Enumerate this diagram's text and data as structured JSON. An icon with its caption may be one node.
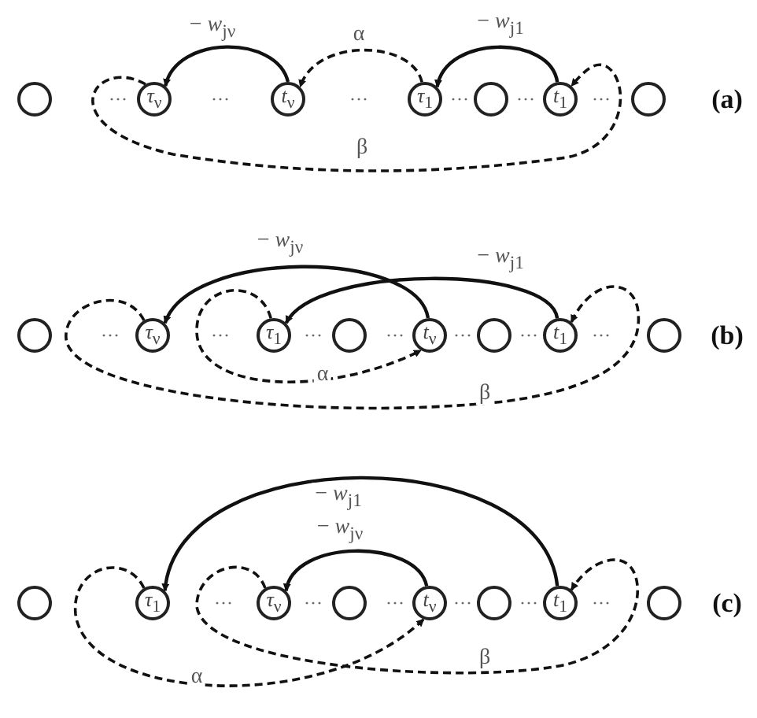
{
  "diagram": {
    "nodes": [
      {
        "text": [],
        "shape": "circle"
      },
      {
        "text": [
          "*τ*$_{ν}$"
        ]
      },
      {
        "text": [
          "*t*$_{ν}$"
        ]
      },
      {
        "text": [
          "*τ*$_{1}$"
        ]
      },
      {
        "text": [],
        "shape": "circle"
      },
      {
        "text": [
          "*t*$_{1}$"
        ]
      },
      {
        "text": [],
        "shape": "circle"
      },
      {
        "text": [],
        "shape": "circle"
      },
      {
        "text": [
          "*τ*$_{ν}$"
        ]
      },
      {
        "text": [
          "*τ*$_{1}$"
        ]
      },
      {
        "text": [],
        "shape": "circle"
      },
      {
        "text": [
          "*t*$_{ν}$"
        ]
      },
      {
        "text": [],
        "shape": "circle"
      },
      {
        "text": [
          "*t*$_{1}$"
        ]
      },
      {
        "text": [],
        "shape": "circle"
      },
      {
        "text": [],
        "shape": "circle"
      },
      {
        "text": [
          "*τ*$_{1}$"
        ]
      },
      {
        "text": [
          "*τ*$_{ν}$"
        ]
      },
      {
        "text": [],
        "shape": "circle"
      },
      {
        "text": [
          "*t*$_{ν}$"
        ]
      },
      {
        "text": [],
        "shape": "circle"
      },
      {
        "text": [
          "*t*$_{1}$"
        ]
      },
      {
        "text": [],
        "shape": "circle"
      }
    ],
    "edges": [
      {
        "from": 2,
        "to": 1,
        "arrow": "to",
        "label": "− *w*$_{jν}$"
      },
      {
        "from": 3,
        "to": 2,
        "arrow": "to",
        "label": "α",
        "style": "dashed"
      },
      {
        "from": 5,
        "to": 3,
        "arrow": "to",
        "label": "− *w*$_{j1}$"
      },
      {
        "from": 1,
        "to": 5,
        "arrow": "to",
        "label": "β",
        "style": "dashed"
      },
      {
        "from": 11,
        "to": 8,
        "arrow": "to",
        "label": "− *w*$_{jν}$"
      },
      {
        "from": 13,
        "to": 9,
        "arrow": "to",
        "label": "− *w*$_{j1}$"
      },
      {
        "from": 9,
        "to": 11,
        "arrow": "to",
        "label": "α",
        "style": "dashed"
      },
      {
        "from": 8,
        "to": 13,
        "arrow": "to",
        "label": "β",
        "style": "dashed"
      },
      {
        "from": 21,
        "to": 16,
        "arrow": "to",
        "label": "− *w*$_{j1}$"
      },
      {
        "from": 19,
        "to": 17,
        "arrow": "to",
        "label": "− *w*$_{jν}$"
      },
      {
        "from": 16,
        "to": 19,
        "arrow": "to",
        "label": "α",
        "style": "dashed"
      },
      {
        "from": 17,
        "to": 21,
        "arrow": "to",
        "label": "β",
        "style": "dashed"
      }
    ],
    "labels": [
      "···",
      "···",
      "···",
      "···",
      "···",
      "···",
      "(a)",
      "···",
      "···",
      "···",
      "···",
      "···",
      "···",
      "···",
      "(b)",
      "···",
      "···",
      "···",
      "···",
      "···",
      "···",
      "(c)"
    ]
  }
}
